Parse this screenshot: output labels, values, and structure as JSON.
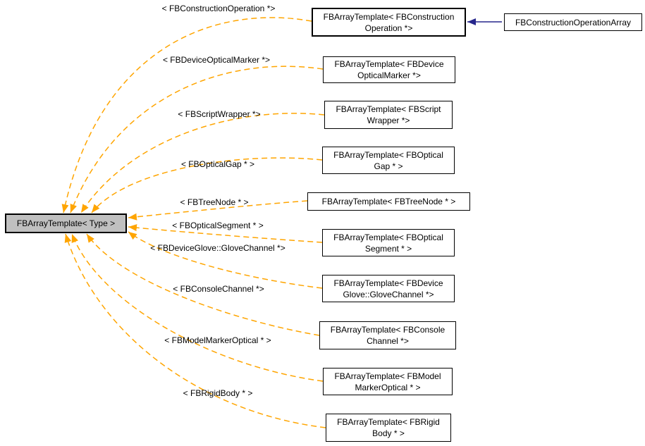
{
  "diagram": {
    "type": "template-instantiation-graph",
    "colors": {
      "template_edge": "#FFA500",
      "inheritance_edge": "#26268C",
      "node_fill": "#FFFFFF",
      "focus_node_fill": "#C0C0C0",
      "node_border": "#000000",
      "text": "#000000",
      "background": "#FFFFFF"
    },
    "focus_node": {
      "label": "FBArrayTemplate< Type >"
    },
    "subclass_node": {
      "label": "FBConstructionOperationArray"
    },
    "instantiations": [
      {
        "node_line1": "FBArrayTemplate< FBConstruction",
        "node_line2": "Operation *>",
        "edge_label": "< FBConstructionOperation *>"
      },
      {
        "node_line1": "FBArrayTemplate< FBDevice",
        "node_line2": "OpticalMarker *>",
        "edge_label": "< FBDeviceOpticalMarker *>"
      },
      {
        "node_line1": "FBArrayTemplate< FBScript",
        "node_line2": "Wrapper *>",
        "edge_label": "< FBScriptWrapper *>"
      },
      {
        "node_line1": "FBArrayTemplate< FBOptical",
        "node_line2": "Gap * >",
        "edge_label": "< FBOpticalGap * >"
      },
      {
        "node_line1": "FBArrayTemplate< FBTreeNode * >",
        "node_line2": "",
        "edge_label": "< FBTreeNode * >"
      },
      {
        "node_line1": "FBArrayTemplate< FBOptical",
        "node_line2": "Segment * >",
        "edge_label": "< FBOpticalSegment * >"
      },
      {
        "node_line1": "FBArrayTemplate< FBDevice",
        "node_line2": "Glove::GloveChannel *>",
        "edge_label": "< FBDeviceGlove::GloveChannel *>"
      },
      {
        "node_line1": "FBArrayTemplate< FBConsole",
        "node_line2": "Channel *>",
        "edge_label": "< FBConsoleChannel *>"
      },
      {
        "node_line1": "FBArrayTemplate< FBModel",
        "node_line2": "MarkerOptical * >",
        "edge_label": "< FBModelMarkerOptical * >"
      },
      {
        "node_line1": "FBArrayTemplate< FBRigid",
        "node_line2": "Body * >",
        "edge_label": "< FBRigidBody * >"
      }
    ]
  }
}
